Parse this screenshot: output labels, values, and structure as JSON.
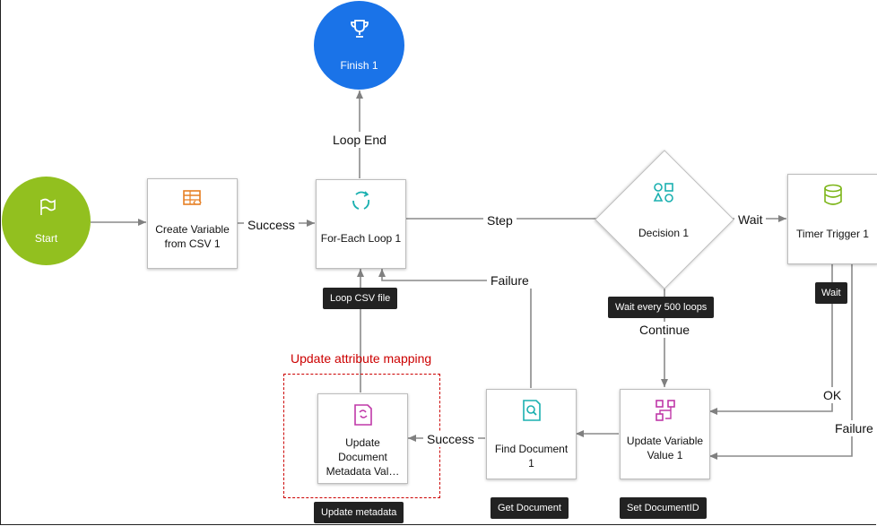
{
  "colors": {
    "start": "#92c01f",
    "finish": "#1a73e8",
    "group_border": "#c00000",
    "icon_csv": "#e67e22",
    "icon_loop": "#1ab0b0",
    "icon_decision": "#1ab0b0",
    "icon_timer": "#7cb518",
    "icon_update_var": "#c038a8",
    "icon_find": "#1ab0b0",
    "icon_update_doc": "#c038a8"
  },
  "nodes": {
    "start": {
      "label": "Start",
      "icon": "flag-icon"
    },
    "finish": {
      "label": "Finish 1",
      "icon": "trophy-icon"
    },
    "create_var": {
      "label_line1": "Create Variable",
      "label_line2": "from CSV 1",
      "icon": "table-icon"
    },
    "foreach": {
      "label": "For-Each Loop 1",
      "icon": "loop-icon"
    },
    "decision": {
      "label": "Decision 1",
      "icon": "shapes-icon"
    },
    "timer": {
      "label": "Timer Trigger 1",
      "icon": "database-icon"
    },
    "update_var": {
      "label_line1": "Update Variable",
      "label_line2": "Value 1",
      "icon": "flow-icon"
    },
    "find_doc": {
      "label": "Find Document 1",
      "icon": "document-search-icon"
    },
    "update_doc": {
      "label_line1": "Update",
      "label_line2": "Document",
      "label_line3": "Metadata Val…",
      "icon": "document-refresh-icon"
    }
  },
  "edge_labels": {
    "success_1": "Success",
    "loop_end": "Loop End",
    "step": "Step",
    "wait": "Wait",
    "failure_1": "Failure",
    "continue": "Continue",
    "ok": "OK",
    "failure_2": "Failure",
    "success_2": "Success"
  },
  "tags": {
    "loop_csv": "Loop CSV file",
    "wait_every": "Wait every 500 loops",
    "wait_timer": "Wait",
    "update_metadata": "Update metadata",
    "get_document": "Get Document",
    "set_docid": "Set DocumentID"
  },
  "group": {
    "title": "Update attribute mapping"
  }
}
